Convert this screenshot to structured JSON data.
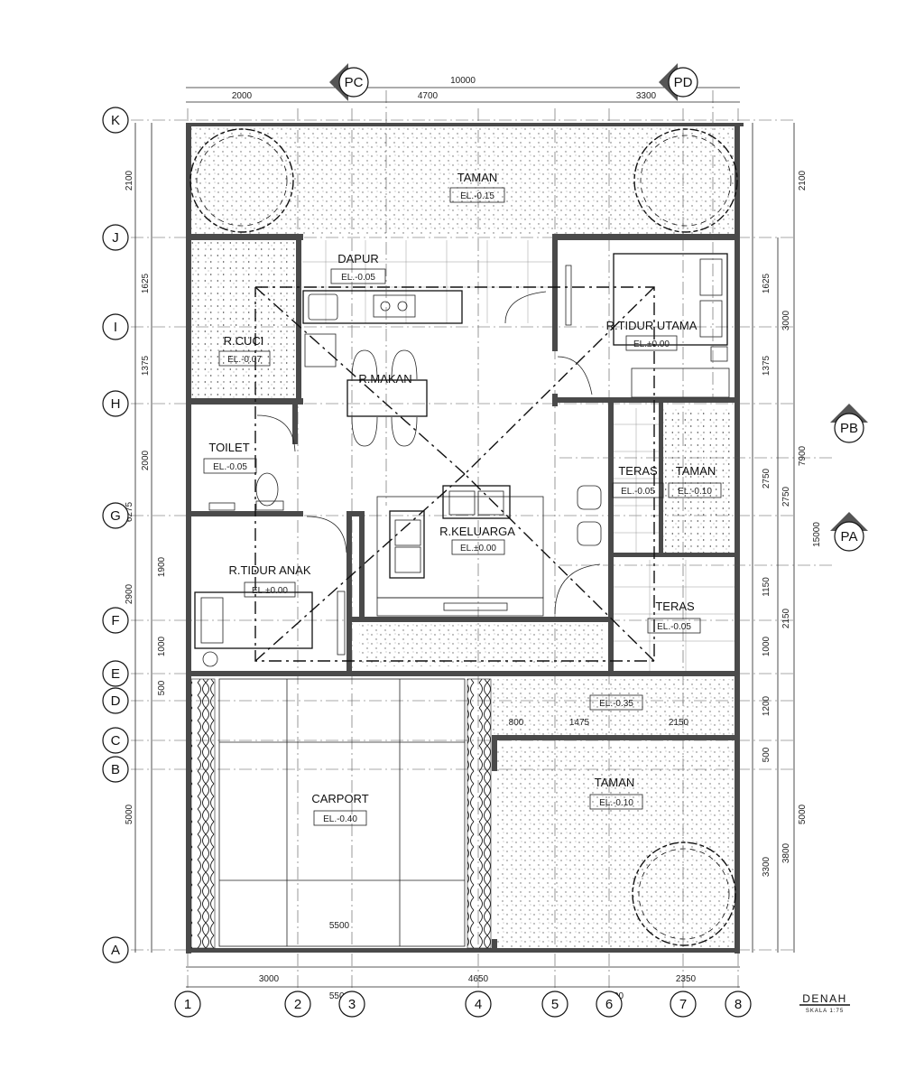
{
  "rooms": {
    "taman_top": {
      "name": "TAMAN",
      "elevation": "EL.-0.15"
    },
    "dapur": {
      "name": "DAPUR",
      "elevation": "EL.-0.05"
    },
    "r_cuci": {
      "name": "R.CUCI",
      "elevation": "EL.-0.07"
    },
    "r_makan": {
      "name": "R.MAKAN"
    },
    "r_tidur_utama": {
      "name": "R.TIDUR UTAMA",
      "elevation": "EL.±0.00"
    },
    "toilet": {
      "name": "TOILET",
      "elevation": "EL.-0.05"
    },
    "r_keluarga": {
      "name": "R.KELUARGA",
      "elevation": "EL.±0.00"
    },
    "teras_1": {
      "name": "TERAS",
      "elevation": "EL.-0.05"
    },
    "taman_mid": {
      "name": "TAMAN",
      "elevation": "EL.-0.10"
    },
    "r_tidur_anak": {
      "name": "R.TIDUR ANAK",
      "elevation": "EL.±0.00"
    },
    "teras_2": {
      "name": "TERAS",
      "elevation": "EL.-0.05"
    },
    "strip": {
      "elevation": "EL.-0.35"
    },
    "carport": {
      "name": "CARPORT",
      "elevation": "EL.-0.40"
    },
    "taman_bottom": {
      "name": "TAMAN",
      "elevation": "EL.-0.10"
    }
  },
  "section_markers": [
    "PC",
    "PD",
    "PB",
    "PA"
  ],
  "grid_rows": [
    "K",
    "J",
    "I",
    "H",
    "G",
    "F",
    "E",
    "D",
    "C",
    "B",
    "A"
  ],
  "grid_cols": [
    "1",
    "2",
    "3",
    "4",
    "5",
    "6",
    "7",
    "8"
  ],
  "dims_top": {
    "total": "10000",
    "a": "2000",
    "b": "4700",
    "c": "3300"
  },
  "dims_bottom": {
    "a": "3000",
    "b": "4650",
    "c": "2350",
    "d": "5500",
    "e": "4500"
  },
  "dims_left_outer": {
    "a": "2100",
    "b": "6275",
    "c": "2900",
    "d": "5000"
  },
  "dims_left_inner": {
    "a": "1625",
    "b": "1375",
    "c": "2000",
    "d": "1900",
    "e": "1000",
    "f": "500"
  },
  "dims_right_inner": {
    "a": "1625",
    "b": "1375",
    "c": "2750",
    "d": "1150",
    "e": "1000",
    "f": "1200",
    "g": "500",
    "h": "3300"
  },
  "dims_right_mid": {
    "a": "3000",
    "b": "2750",
    "c": "2150",
    "d": "3800"
  },
  "dims_right_outer": {
    "a": "2100",
    "b": "7900",
    "c": "5000",
    "d": "15000"
  },
  "dims_misc": {
    "carport_width": "5500",
    "strip_a": "800",
    "strip_b": "1475",
    "strip_c": "2150"
  },
  "title": {
    "name": "DENAH",
    "scale": "SKALA 1:75"
  }
}
